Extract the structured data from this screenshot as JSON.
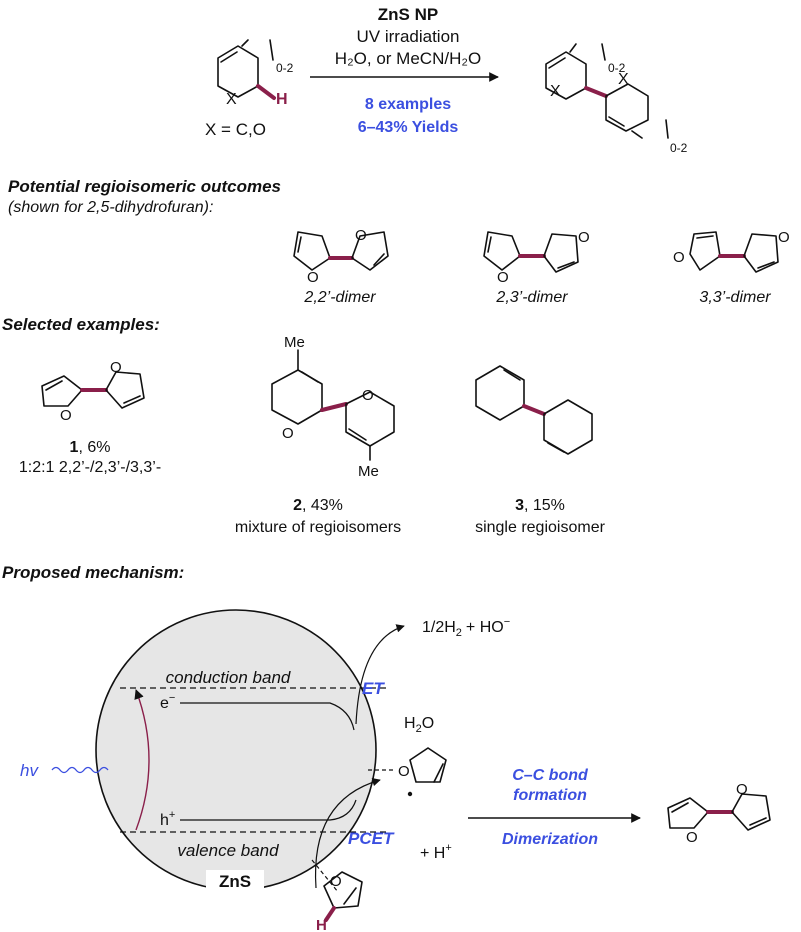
{
  "colors": {
    "accent_blue": "#3b4fe0",
    "highlight_bond": "#8a1f4a",
    "particle_fill": "#e6e6e6"
  },
  "reaction": {
    "catalyst": "ZnS NP",
    "condition_1": "UV irradiation",
    "condition_2": "H₂O, or MeCN/H₂O",
    "examples": "8 examples",
    "yields": "6–43% Yields",
    "x_def": "X = C,O",
    "ring_size": "0-2",
    "atom_x": "X",
    "atom_h": "H"
  },
  "regio": {
    "heading": "Potential regioisomeric outcomes",
    "subheading": "(shown for 2,5-dihydrofuran):",
    "labels": [
      "2,2’-dimer",
      "2,3’-dimer",
      "3,3’-dimer"
    ]
  },
  "selected": {
    "heading": "Selected examples:",
    "c1_num": "1",
    "c1_yield": ", 6%",
    "c1_ratio": "1:2:1 2,2’-/2,3’-/3,3’-",
    "c2_num": "2",
    "c2_yield": ", 43%",
    "c2_note": "mixture of regioisomers",
    "me": "Me",
    "c3_num": "3",
    "c3_yield": ", 15%",
    "c3_note": "single regioisomer",
    "atom_o": "O"
  },
  "mechanism": {
    "heading": "Proposed mechanism:",
    "cb": "conduction band",
    "vb": "valence band",
    "electron": "e",
    "electron_sup": "−",
    "hole": "h",
    "hole_sup": "+",
    "material": "ZnS",
    "light": "hv",
    "et": "ET",
    "et_product_1": "1/2H",
    "et_product_1_sub": "2",
    "et_product_2": "+  HO",
    "et_product_2_sup": "−",
    "water": "H",
    "water_sub": "2",
    "water_end": "O",
    "pcet": "PCET",
    "proton": "+ H",
    "proton_sup": "+",
    "arrow_top_1": "C–C bond",
    "arrow_top_2": "formation",
    "arrow_bottom": "Dimerization"
  }
}
